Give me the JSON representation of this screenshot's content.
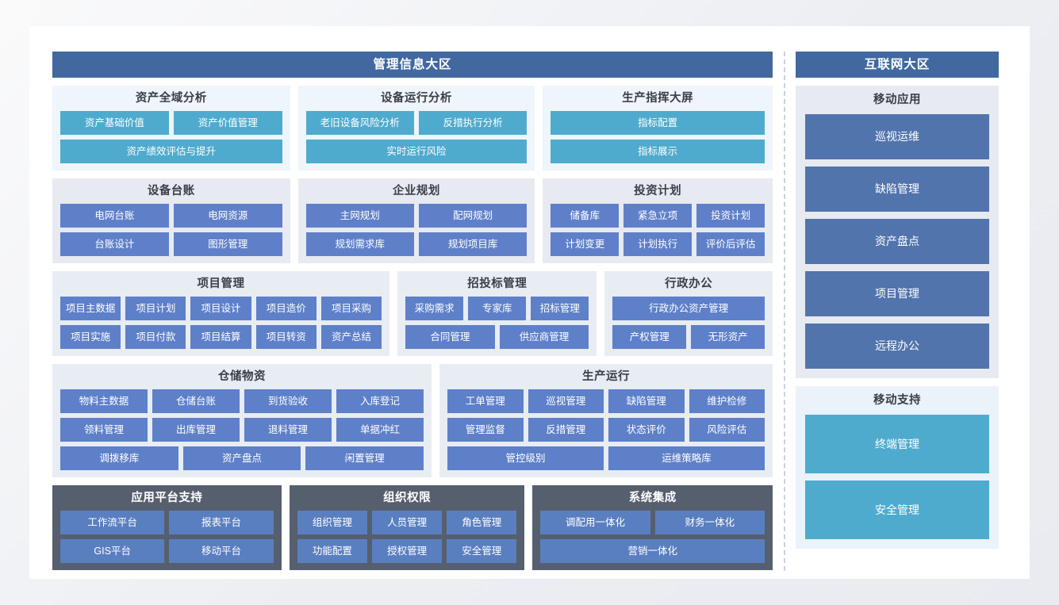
{
  "zones": {
    "left": {
      "title": "管理信息大区",
      "bands": [
        {
          "name": "analysis",
          "theme": "t-light",
          "panels": [
            {
              "title": "资产全域分析",
              "width": "w-303",
              "rows": [
                [
                  "资产基础价值",
                  "资产价值管理"
                ],
                [
                  "资产绩效评估与提升"
                ]
              ]
            },
            {
              "title": "设备运行分析",
              "width": "w-302",
              "rows": [
                [
                  "老旧设备风险分析",
                  "反措执行分析"
                ],
                [
                  "实时运行风险"
                ]
              ]
            },
            {
              "title": "生产指挥大屏",
              "width": "w-293",
              "rows": [
                [
                  "指标配置"
                ],
                [
                  "指标展示"
                ]
              ]
            }
          ]
        },
        {
          "name": "ledger-plan",
          "theme": "t-gray",
          "panels": [
            {
              "title": "设备台账",
              "width": "w-303",
              "rows": [
                [
                  "电网台账",
                  "电网资源"
                ],
                [
                  "台账设计",
                  "图形管理"
                ]
              ]
            },
            {
              "title": "企业规划",
              "width": "w-302",
              "rows": [
                [
                  "主网规划",
                  "配网规划"
                ],
                [
                  "规划需求库",
                  "规划项目库"
                ]
              ]
            },
            {
              "title": "投资计划",
              "width": "w-293",
              "rows": [
                [
                  "储备库",
                  "紧急立项",
                  "投资计划"
                ],
                [
                  "计划变更",
                  "计划执行",
                  "评价后评估"
                ]
              ]
            }
          ]
        },
        {
          "name": "project-bidding-office",
          "theme": "t-soft",
          "panels": [
            {
              "title": "项目管理",
              "width": "w-430",
              "rows": [
                [
                  "项目主数据",
                  "项目计划",
                  "项目设计",
                  "项目造价",
                  "项目采购"
                ],
                [
                  "项目实施",
                  "项目付款",
                  "项目结算",
                  "项目转资",
                  "资产总结"
                ]
              ]
            },
            {
              "title": "招投标管理",
              "width": "w-254",
              "rows": [
                [
                  "采购需求",
                  "专家库",
                  "招标管理"
                ],
                [
                  "合同管理",
                  "供应商管理"
                ]
              ]
            },
            {
              "title": "行政办公",
              "width": "w-214",
              "rows": [
                [
                  "行政办公资产管理"
                ],
                [
                  "产权管理",
                  "无形资产"
                ]
              ]
            }
          ]
        },
        {
          "name": "storage-production",
          "theme": "t-soft",
          "panels": [
            {
              "title": "仓储物资",
              "width": "w-478",
              "rows": [
                [
                  "物料主数据",
                  "仓储台账",
                  "到货验收",
                  "入库登记"
                ],
                [
                  "领料管理",
                  "出库管理",
                  "退料管理",
                  "单据冲红"
                ],
                [
                  "调拨移库",
                  "资产盘点",
                  "闲置管理"
                ]
              ]
            },
            {
              "title": "生产运行",
              "width": "w-420",
              "rows": [
                [
                  "工单管理",
                  "巡视管理",
                  "缺陷管理",
                  "维护检修"
                ],
                [
                  "管理监督",
                  "反措管理",
                  "状态评价",
                  "风险评估"
                ],
                [
                  "管控级别",
                  "运维策略库"
                ]
              ]
            }
          ]
        },
        {
          "name": "platform-support",
          "theme": "t-dark",
          "panels": [
            {
              "title": "应用平台支持",
              "width": "w-292",
              "rows": [
                [
                  "工作流平台",
                  "报表平台"
                ],
                [
                  "GIS平台",
                  "移动平台"
                ]
              ]
            },
            {
              "title": "组织权限",
              "width": "w-300",
              "rows": [
                [
                  "组织管理",
                  "人员管理",
                  "角色管理"
                ],
                [
                  "功能配置",
                  "授权管理",
                  "安全管理"
                ]
              ]
            },
            {
              "title": "系统集成",
              "width": "w-306",
              "rows": [
                [
                  "调配用一体化",
                  "财务一体化"
                ],
                [
                  "营销一体化"
                ]
              ]
            }
          ]
        }
      ]
    },
    "right": {
      "title": "互联网大区",
      "panels": [
        {
          "title": "移动应用",
          "theme": "r-mobile",
          "tiles": [
            "巡视运维",
            "缺陷管理",
            "资产盘点",
            "项目管理",
            "远程办公"
          ]
        },
        {
          "title": "移动支持",
          "theme": "r-support",
          "tiles": [
            "终端管理",
            "安全管理"
          ]
        }
      ]
    }
  },
  "colors": {
    "zone_header": "#41689f",
    "tile_teal": "#4fabce",
    "tile_blue": "#5f80c9",
    "panel_light": "#eef5fb",
    "panel_gray": "#e7eaf0",
    "panel_dark": "#565f6e",
    "right_tile": "#5274ad",
    "divider": "#c8d2de",
    "card_bg": "#ffffff"
  }
}
